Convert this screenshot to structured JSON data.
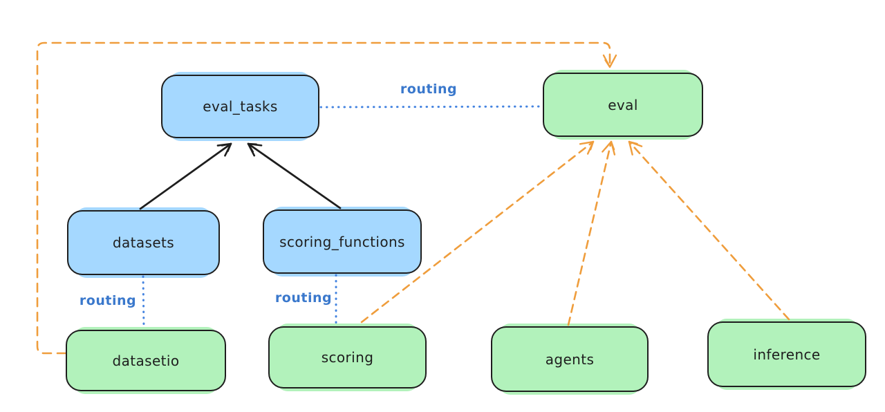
{
  "diagram": {
    "background_color": "#ffffff",
    "colors": {
      "api_box_fill": "#a5d8ff",
      "provider_box_fill": "#b2f2bb",
      "box_border": "#1e1e1e",
      "solid_arrow": "#1e1e1e",
      "dashed_arrow_orange": "#ef9d3c",
      "routing_dotted_blue": "#4584e0",
      "routing_label_blue": "#3a78cc"
    },
    "nodes": [
      {
        "id": "eval_tasks",
        "label": "eval_tasks",
        "fill": "#a5d8ff"
      },
      {
        "id": "eval",
        "label": "eval",
        "fill": "#b2f2bb"
      },
      {
        "id": "datasets",
        "label": "datasets",
        "fill": "#a5d8ff"
      },
      {
        "id": "scoring_functions",
        "label": "scoring_functions",
        "fill": "#a5d8ff"
      },
      {
        "id": "datasetio",
        "label": "datasetio",
        "fill": "#b2f2bb"
      },
      {
        "id": "scoring",
        "label": "scoring",
        "fill": "#b2f2bb"
      },
      {
        "id": "agents",
        "label": "agents",
        "fill": "#b2f2bb"
      },
      {
        "id": "inference",
        "label": "inference",
        "fill": "#b2f2bb"
      }
    ],
    "edges": [
      {
        "from": "datasets",
        "to": "eval_tasks",
        "style": "solid",
        "color": "#1e1e1e",
        "arrow": true,
        "label": ""
      },
      {
        "from": "scoring_functions",
        "to": "eval_tasks",
        "style": "solid",
        "color": "#1e1e1e",
        "arrow": true,
        "label": ""
      },
      {
        "from": "eval_tasks",
        "to": "eval",
        "style": "dotted",
        "color": "#4584e0",
        "arrow": false,
        "label": "routing"
      },
      {
        "from": "datasets",
        "to": "datasetio",
        "style": "dotted",
        "color": "#4584e0",
        "arrow": false,
        "label": "routing"
      },
      {
        "from": "scoring_functions",
        "to": "scoring",
        "style": "dotted",
        "color": "#4584e0",
        "arrow": false,
        "label": "routing"
      },
      {
        "from": "datasetio",
        "to": "eval",
        "style": "dashed",
        "color": "#ef9d3c",
        "arrow": true,
        "label": ""
      },
      {
        "from": "scoring",
        "to": "eval",
        "style": "dashed",
        "color": "#ef9d3c",
        "arrow": true,
        "label": ""
      },
      {
        "from": "agents",
        "to": "eval",
        "style": "dashed",
        "color": "#ef9d3c",
        "arrow": true,
        "label": ""
      },
      {
        "from": "inference",
        "to": "eval",
        "style": "dashed",
        "color": "#ef9d3c",
        "arrow": true,
        "label": ""
      }
    ]
  }
}
